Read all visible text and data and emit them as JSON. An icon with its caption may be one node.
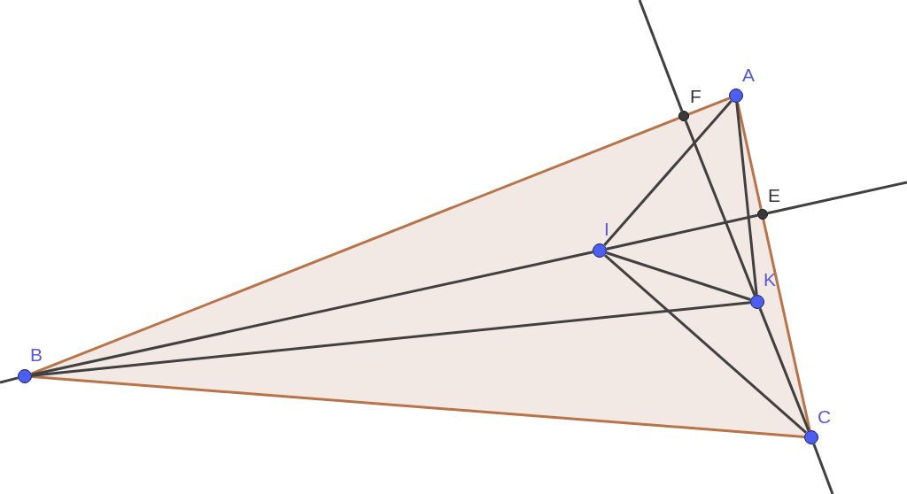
{
  "diagram": {
    "nodes": [
      {
        "text": [
          "A"
        ]
      },
      {
        "text": [
          "F"
        ]
      },
      {
        "text": [
          "E"
        ]
      },
      {
        "text": [
          "I"
        ]
      },
      {
        "text": [
          "K"
        ]
      },
      {
        "text": [
          "B"
        ]
      },
      {
        "text": [
          "C"
        ]
      }
    ],
    "edges": [
      {
        "from": 0,
        "to": 5,
        "arrow": "none",
        "color": "#b87349"
      },
      {
        "from": 5,
        "to": 6,
        "arrow": "none",
        "color": "#b87349"
      },
      {
        "from": 6,
        "to": 0,
        "arrow": "none",
        "color": "#b87349"
      },
      {
        "from": null,
        "to": 1,
        "arrow": "none"
      },
      {
        "from": 1,
        "to": 4,
        "arrow": "none"
      },
      {
        "from": 4,
        "to": 6,
        "arrow": "none"
      },
      {
        "from": 6,
        "to": null,
        "arrow": "none"
      },
      {
        "from": null,
        "to": 5,
        "arrow": "none"
      },
      {
        "from": 5,
        "to": 3,
        "arrow": "none"
      },
      {
        "from": 3,
        "to": 2,
        "arrow": "none"
      },
      {
        "from": 2,
        "to": null,
        "arrow": "none"
      },
      {
        "from": 0,
        "to": 3,
        "arrow": "none"
      },
      {
        "from": 0,
        "to": 4,
        "arrow": "none"
      },
      {
        "from": 3,
        "to": 4,
        "arrow": "none"
      },
      {
        "from": 3,
        "to": 6,
        "arrow": "none"
      },
      {
        "from": 5,
        "to": 4,
        "arrow": "none"
      }
    ]
  }
}
